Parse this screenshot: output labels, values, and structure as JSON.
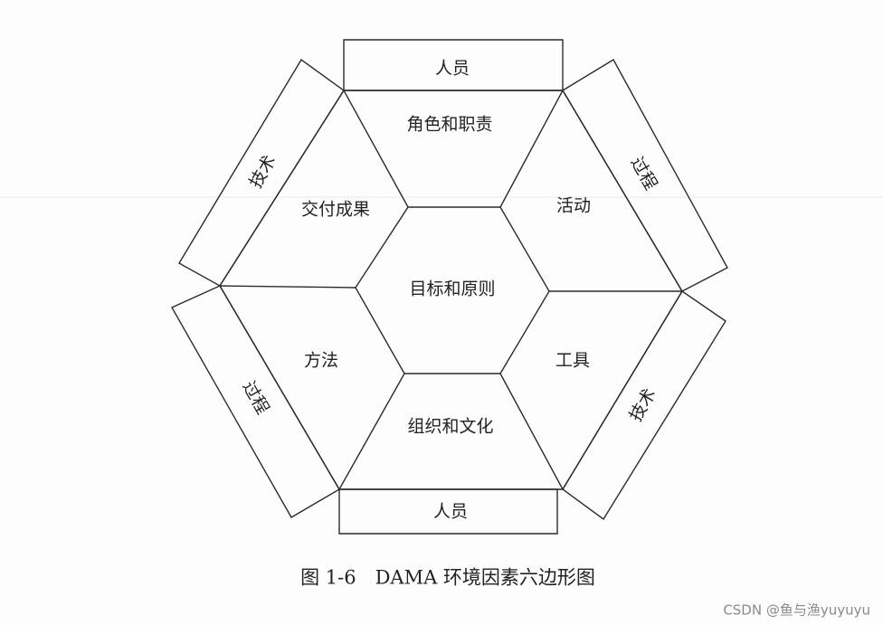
{
  "center": "目标和原则",
  "inner_segments": {
    "top": "角色和职责",
    "upper_right": "活动",
    "lower_right": "工具",
    "bottom": "组织和文化",
    "lower_left": "方法",
    "upper_left": "交付成果"
  },
  "outer_labels": {
    "top": "人员",
    "upper_right": "过程",
    "lower_right": "技术",
    "bottom": "人员",
    "lower_left": "过程",
    "upper_left": "技术"
  },
  "caption": "图 1-6　DAMA 环境因素六边形图",
  "watermark": "CSDN @鱼与渔yuyuyu",
  "colors": {
    "line": "#2b2b2b",
    "text": "#222222",
    "background": "#fdfdfd"
  }
}
